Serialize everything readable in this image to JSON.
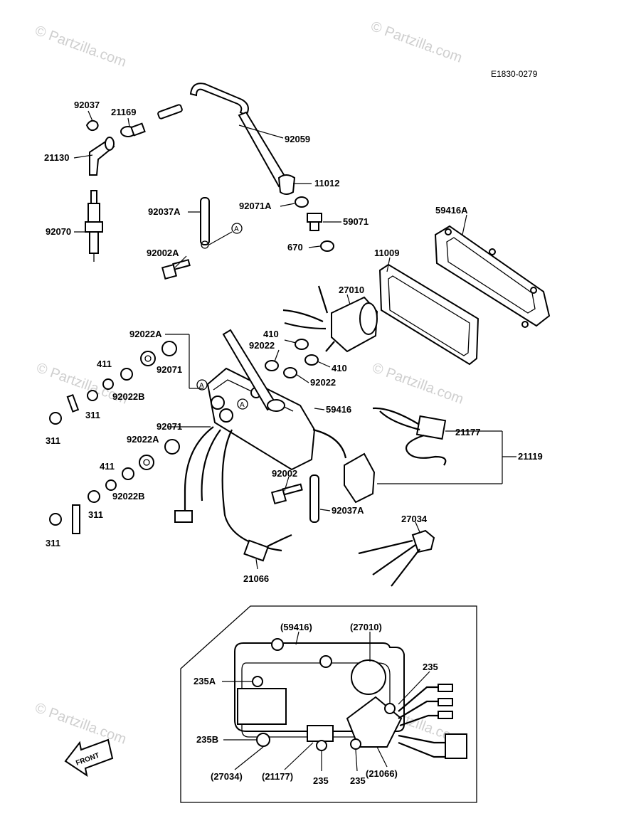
{
  "diagram_code": "E1830-0279",
  "watermark": "© Partzilla.com",
  "callout_letter": "A",
  "front_label": "FRONT",
  "part_labels": {
    "p92037": "92037",
    "p21169": "21169",
    "p21130": "21130",
    "p92059": "92059",
    "p11012": "11012",
    "p92071A": "92071A",
    "p59071": "59071",
    "p92037A_top": "92037A",
    "p92070": "92070",
    "p670": "670",
    "p92002A": "92002A",
    "p59416A": "59416A",
    "p11009": "11009",
    "p27010": "27010",
    "p92022A_top": "92022A",
    "p410_top": "410",
    "p92022_top": "92022",
    "p92071_top": "92071",
    "p410_mid": "410",
    "p411_top": "411",
    "p92022_mid": "92022",
    "p92022B_top": "92022B",
    "p311_a": "311",
    "p311_b": "311",
    "p59416": "59416",
    "p92071_mid": "92071",
    "p21177": "21177",
    "p92022A_mid": "92022A",
    "p21119": "21119",
    "p411_mid": "411",
    "p92002": "92002",
    "p92022B_mid": "92022B",
    "p311_c": "311",
    "p92037A_bot": "92037A",
    "p27034": "27034",
    "p311_d": "311",
    "p21066": "21066"
  },
  "inset_labels": {
    "r59416": "(59416)",
    "r27010": "(27010)",
    "i235_top": "235",
    "i235A": "235A",
    "i235B": "235B",
    "r27034": "(27034)",
    "r21177": "(21177)",
    "i235_mid": "235",
    "i235_right": "235",
    "r21066": "(21066)"
  }
}
